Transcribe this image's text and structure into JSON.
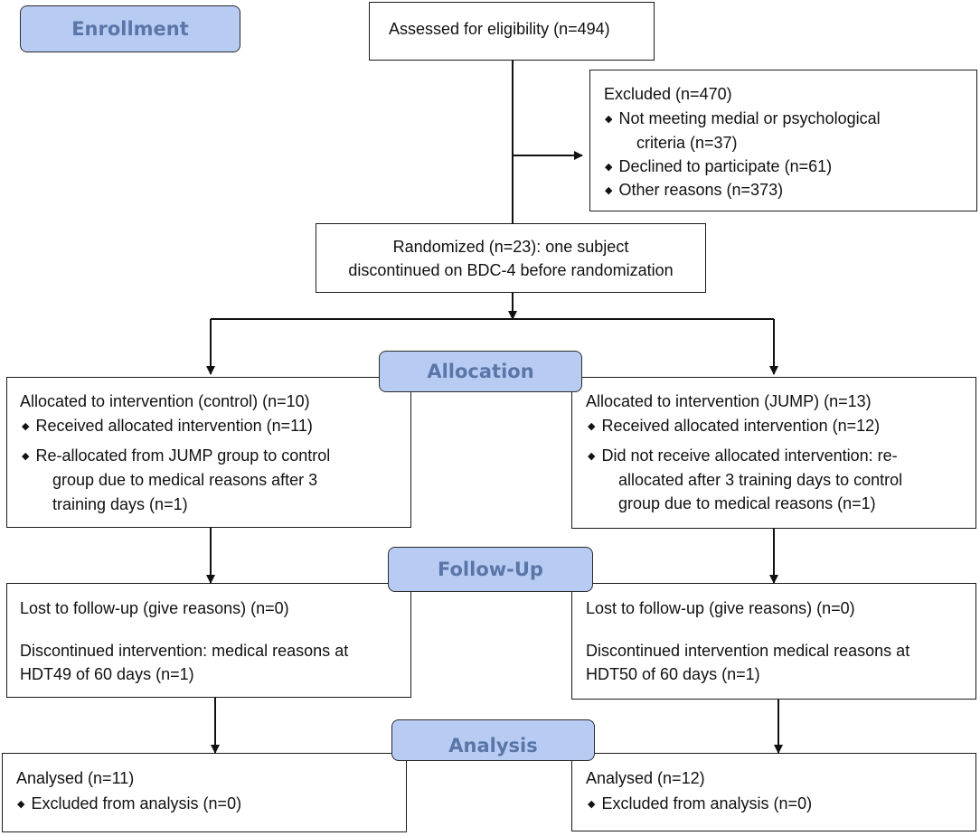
{
  "stages": {
    "enrollment": "Enrollment",
    "allocation": "Allocation",
    "followup": "Follow-Up",
    "analysis": "Analysis"
  },
  "assessed": "Assessed for eligibility (n=494)",
  "excluded": {
    "title": "Excluded (n=470)",
    "item1_line1": "Not meeting medial or psychological",
    "item1_line2": "criteria (n=37)",
    "item2": "Declined to participate (n=61)",
    "item3": "Other reasons (n=373)"
  },
  "randomized": {
    "line1": "Randomized (n=23): one subject",
    "line2": "discontinued on BDC-4 before randomization"
  },
  "left": {
    "allocation": {
      "title": "Allocated to intervention (control) (n=10)",
      "item1": "Received allocated intervention (n=11)",
      "item2_line1": "Re-allocated from JUMP group to control",
      "item2_line2": "group due to medical reasons after 3",
      "item2_line3": "training days (n=1)"
    },
    "followup": {
      "lost": "Lost to follow-up (give reasons) (n=0)",
      "disc_line1": "Discontinued intervention: medical reasons at",
      "disc_line2": "HDT49 of 60 days (n=1)"
    },
    "analysis": {
      "title": "Analysed (n=11)",
      "item1": "Excluded from analysis (n=0)"
    }
  },
  "right": {
    "allocation": {
      "title": "Allocated to intervention (JUMP) (n=13)",
      "item1": "Received allocated intervention (n=12)",
      "item2_line1": "Did not receive allocated intervention: re-",
      "item2_line2": "allocated after 3 training days to control",
      "item2_line3": "group due to medical reasons (n=1)"
    },
    "followup": {
      "lost": "Lost to follow-up (give reasons) (n=0)",
      "disc_line1": "Discontinued intervention medical reasons at",
      "disc_line2": "HDT50 of 60 days (n=1)"
    },
    "analysis": {
      "title": "Analysed (n=12)",
      "item1": "Excluded from analysis (n=0)"
    }
  }
}
